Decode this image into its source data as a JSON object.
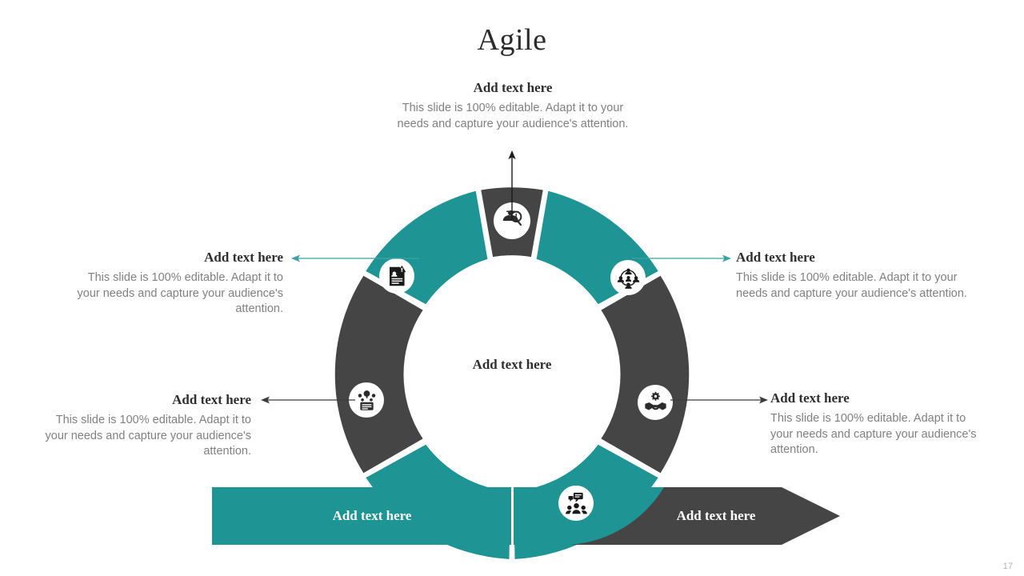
{
  "slide": {
    "title": "Agile",
    "page_number": "17",
    "center_label": "Add text here"
  },
  "colors": {
    "teal": "#1f9495",
    "dark": "#454545",
    "heading": "#2f2f2f",
    "body": "#808080",
    "white": "#ffffff"
  },
  "callouts": [
    {
      "id": "top",
      "heading": "Add text here",
      "body": "This slide is 100% editable. Adapt it to your needs and capture your audience's attention.",
      "arrow_color": "#1a1a1a",
      "arrow_direction": "up"
    },
    {
      "id": "left-upper",
      "heading": "Add text here",
      "body": "This slide is 100% editable. Adapt it to your needs and capture your audience's attention.",
      "arrow_color": "#1f9495",
      "arrow_direction": "left"
    },
    {
      "id": "left-lower",
      "heading": "Add text here",
      "body": "This slide is 100% editable. Adapt it to your needs and capture your audience's attention.",
      "arrow_color": "#3c3c3c",
      "arrow_direction": "left"
    },
    {
      "id": "right-upper",
      "heading": "Add text here",
      "body": "This slide is 100% editable. Adapt it to your needs and capture your audience's attention.",
      "arrow_color": "#1f9495",
      "arrow_direction": "right"
    },
    {
      "id": "right-lower",
      "heading": "Add text here",
      "body": "This slide is 100% editable. Adapt it to your needs and capture your audience's attention.",
      "arrow_color": "#3c3c3c",
      "arrow_direction": "right"
    }
  ],
  "donut": {
    "segments": [
      {
        "name": "segment-top",
        "color": "#454545",
        "icon": "person-magnifier-icon"
      },
      {
        "name": "segment-upper-right",
        "color": "#1f9495",
        "icon": "team-network-icon"
      },
      {
        "name": "segment-lower-right",
        "color": "#454545",
        "icon": "handshake-gear-icon"
      },
      {
        "name": "segment-bottom",
        "color": "#1f9495",
        "icon": "group-discussion-icon"
      },
      {
        "name": "segment-lower-left",
        "color": "#454545",
        "icon": "idea-presentation-icon"
      },
      {
        "name": "segment-upper-left",
        "color": "#1f9495",
        "icon": "document-profile-icon"
      }
    ]
  },
  "banner": {
    "left_label": "Add text here",
    "right_label": "Add text here",
    "left_color": "#1f9495",
    "right_color": "#454545"
  }
}
